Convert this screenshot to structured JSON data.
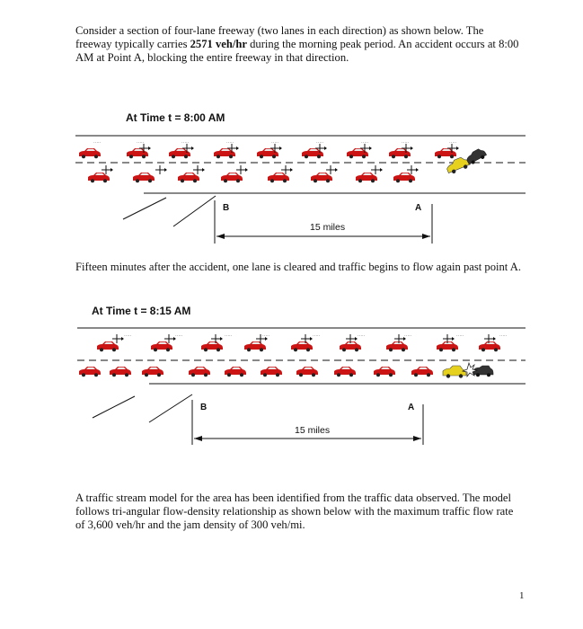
{
  "intro": {
    "part1": "Consider a section of four-lane freeway (two lanes in each direction) as shown below.  The freeway typically carries ",
    "flow_value": "2571 veh/hr",
    "part2": " during the morning peak period.  An accident occurs at 8:00 AM at Point A, blocking the entire freeway in that direction."
  },
  "figure1": {
    "heading": "At Time t = 8:00 AM",
    "point_b": "B",
    "point_a": "A",
    "distance_label": "15 miles"
  },
  "middle": {
    "text": "Fifteen minutes after the accident, one lane is cleared and traffic begins to flow again past point A."
  },
  "figure2": {
    "heading": "At Time t = 8:15 AM",
    "point_b": "B",
    "point_a": "A",
    "distance_label": "15 miles"
  },
  "closing": {
    "text": "A traffic stream model for the area has been identified from the traffic data observed.  The model follows tri-angular flow-density relationship as shown below with the maximum traffic flow rate of 3,600 veh/hr and the jam density of 300 veh/mi."
  },
  "page_number": "1",
  "colors": {
    "car_body": "#cc1414",
    "car_window": "#e8e8e8",
    "crashed_car_yellow": "#e6d21e",
    "crashed_car_dark": "#333333",
    "road_line": "#111111"
  }
}
